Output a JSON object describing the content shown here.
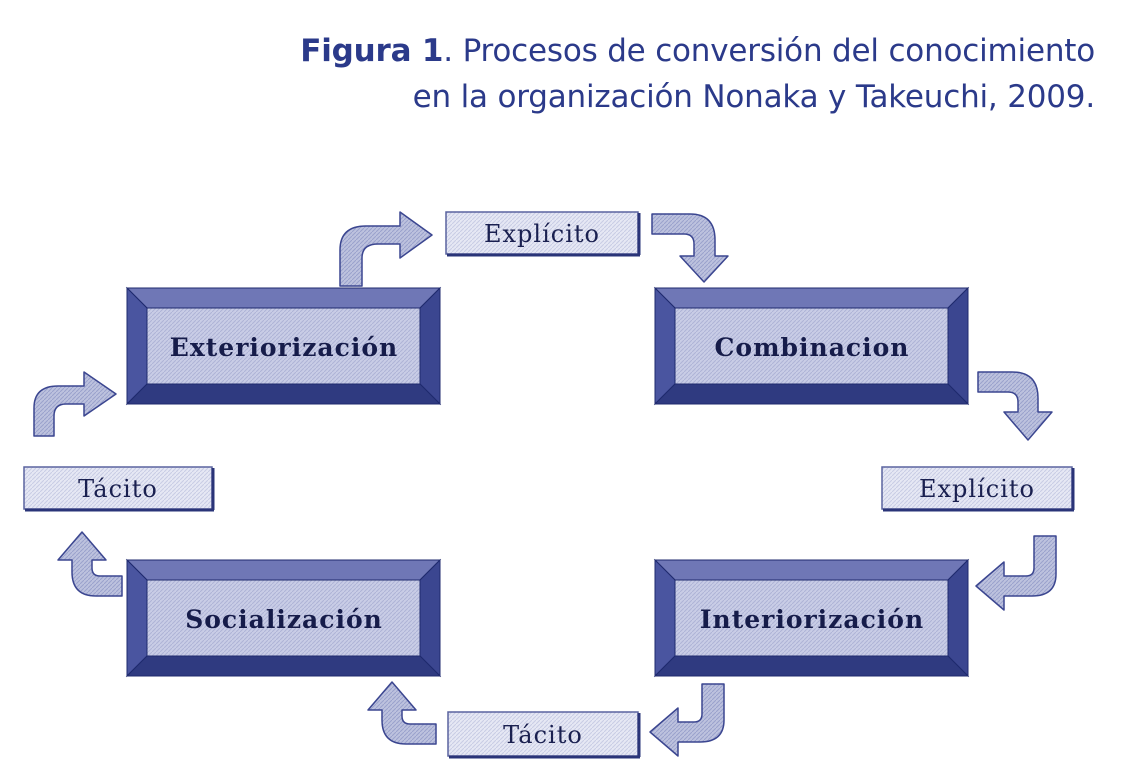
{
  "caption": {
    "label": "Figura 1",
    "line1_rest": ". Procesos de conversión del conocimiento",
    "line2": "en la organización Nonaka y Takeuchi, 2009."
  },
  "boxes": {
    "exteriorizacion": "Exteriorización",
    "combinacion": "Combinacion",
    "socializacion": "Socialización",
    "interiorizacion": "Interiorización"
  },
  "tags": {
    "top": "Explícito",
    "right": "Explícito",
    "bottom": "Tácito",
    "left": "Tácito"
  },
  "colors": {
    "title": "#2b3a8a",
    "box_face": "#c9cde6",
    "box_top": "#7078b8",
    "box_side": "#3b4690",
    "box_border": "#1f2a6e",
    "tag_face": "#e4e7f3",
    "arrow_fill": "#b4bad8",
    "arrow_stroke": "#3b4690"
  }
}
